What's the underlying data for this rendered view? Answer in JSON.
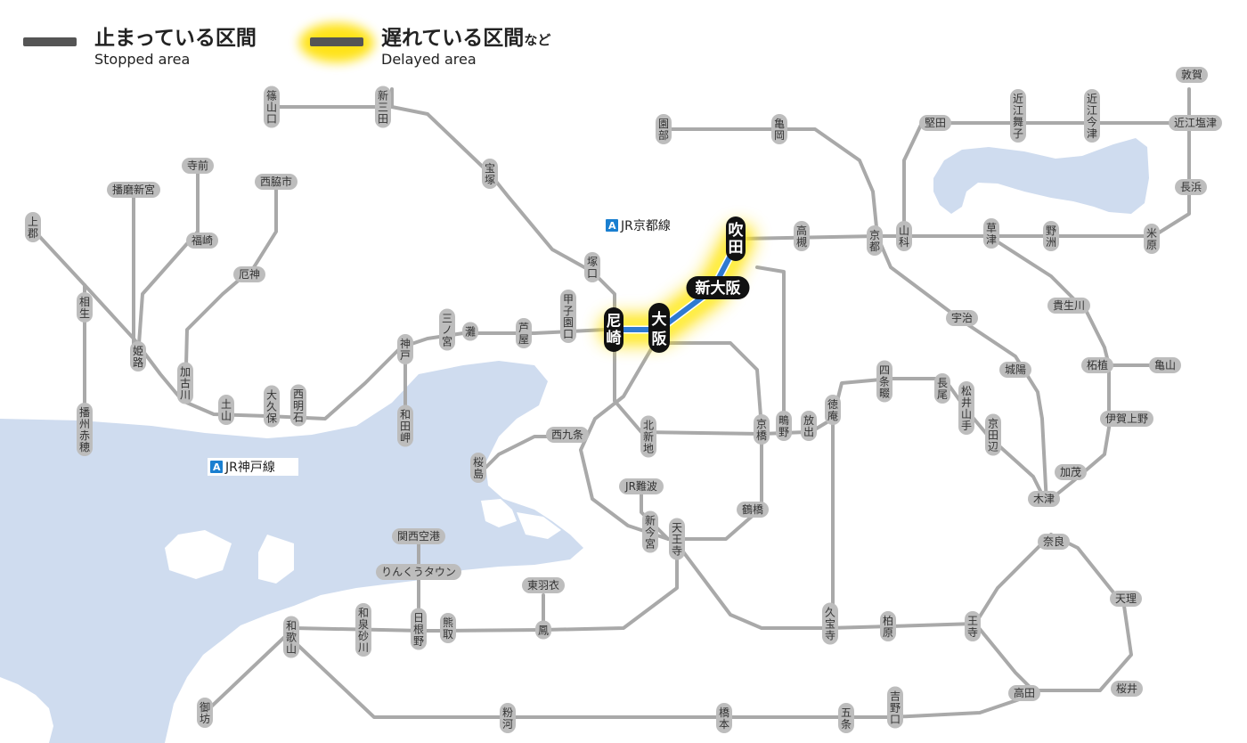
{
  "legend": {
    "stopped_jp": "止まっている区間",
    "stopped_en": "Stopped area",
    "delayed_jp": "遅れている区間",
    "delayed_suffix": "など",
    "delayed_en": "Delayed area"
  },
  "line_labels": {
    "kyoto_badge": "A",
    "kyoto_name": "JR京都線",
    "kobe_badge": "A",
    "kobe_name": "JR神戸線"
  },
  "colors": {
    "line_gray": "#a9a9a9",
    "station_pill": "#bdbdbd",
    "water": "#cfdcef",
    "delay_line": "#2e7ad1",
    "delay_glow": "#ffe000",
    "highlight_station": "#111111",
    "stopped": "#555555"
  },
  "highlighted_stations": {
    "suita": "吹田",
    "shin_osaka": "新大阪",
    "osaka": "大阪",
    "amagasaki": "尼崎"
  },
  "stations": {
    "sasayamaguchi": "篠山口",
    "shinsanda": "新三田",
    "sonobe": "園部",
    "kameoka": "亀岡",
    "takarazuka": "宝塚",
    "tsukaguchi": "塚口",
    "koshienguchi": "甲子園口",
    "ashiya": "芦屋",
    "nada": "灘",
    "sannomiya": "三ノ宮",
    "kobe": "神戸",
    "wadamisaki": "和田岬",
    "nishiakashi": "西明石",
    "okubo": "大久保",
    "tsuchiyama": "土山",
    "kakogawa": "加古川",
    "himeji": "姫路",
    "aioi": "相生",
    "kamigori": "上郡",
    "banshuako": "播州赤穂",
    "harimashingu": "播磨新宮",
    "teramae": "寺前",
    "fukusaki": "福崎",
    "nishiwakishi": "西脇市",
    "yakujin": "厄神",
    "takatsuki": "高槻",
    "kyoto": "京都",
    "yamashina": "山科",
    "katata": "堅田",
    "omimaiko": "近江舞子",
    "omiimazu": "近江今津",
    "tsuruga": "敦賀",
    "omishiotsu": "近江塩津",
    "nagahama": "長浜",
    "maibara": "米原",
    "yasu": "野洲",
    "kusatsu": "草津",
    "uji": "宇治",
    "kibukawa": "貴生川",
    "tsuge": "柘植",
    "kameyama": "亀山",
    "igaueno": "伊賀上野",
    "kamo": "加茂",
    "kizu": "木津",
    "nara": "奈良",
    "tenri": "天理",
    "sakurai": "桜井",
    "takada": "高田",
    "oji": "王寺",
    "kashiwara": "柏原",
    "kyuhoji": "久宝寺",
    "tennoji": "天王寺",
    "shinimamiya": "新今宮",
    "jrnamba": "JR難波",
    "tsuruhashi": "鶴橋",
    "kyobashi": "京橋",
    "kitashinchi": "北新地",
    "nishikujo": "西九条",
    "sakurajima": "桜島",
    "kansai_airport": "関西空港",
    "rinku_town": "りんくうタウン",
    "hineno": "日根野",
    "kumatori": "熊取",
    "izumisunagawa": "和泉砂川",
    "wakayama": "和歌山",
    "gobo": "御坊",
    "otori": "鳳",
    "higashihagoromo": "東羽衣",
    "hashimoto": "橋本",
    "gojo": "五条",
    "yoshinoguchi": "吉野口",
    "kokawa": "粉河",
    "kyotanabe": "京田辺",
    "matsuiyamate": "松井山手",
    "nagao": "長尾",
    "shijonawate": "四条畷",
    "tokuan": "徳庵",
    "hanaten": "放出",
    "shigino": "鴫野",
    "joyo": "城陽"
  }
}
